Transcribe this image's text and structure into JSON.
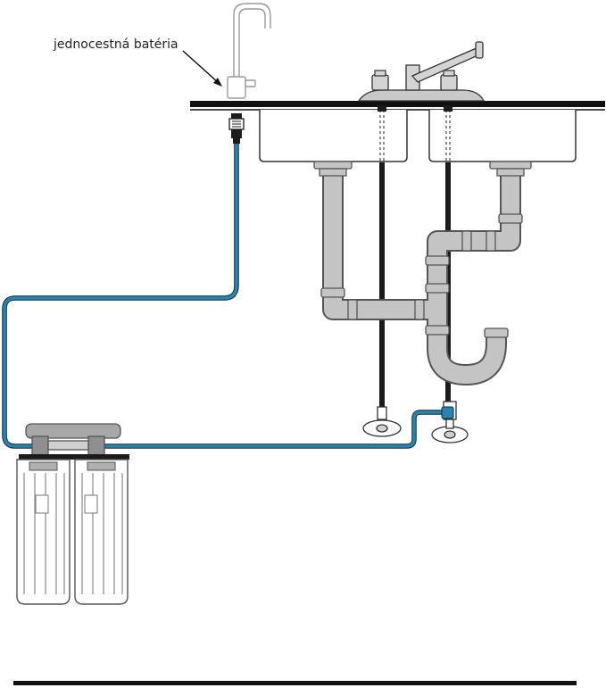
{
  "labels": {
    "faucet": "jednocestná batéria"
  },
  "colors": {
    "water_line": "#2a84ad",
    "water_line_outline": "#0d2b40",
    "drain_pipe": "#c4c4c4",
    "drain_pipe_outline": "#555555",
    "supply_hose": "#1b1b1b",
    "countertop": "#111111",
    "filter_housing": "#ffffff",
    "filter_head": "#a8a8a8"
  },
  "components": {
    "faucet": "single-way-faucet",
    "sink": "double-bowl-sink",
    "filter": "twin-cartridge-filter",
    "valve": "angle-valve-with-tee"
  }
}
